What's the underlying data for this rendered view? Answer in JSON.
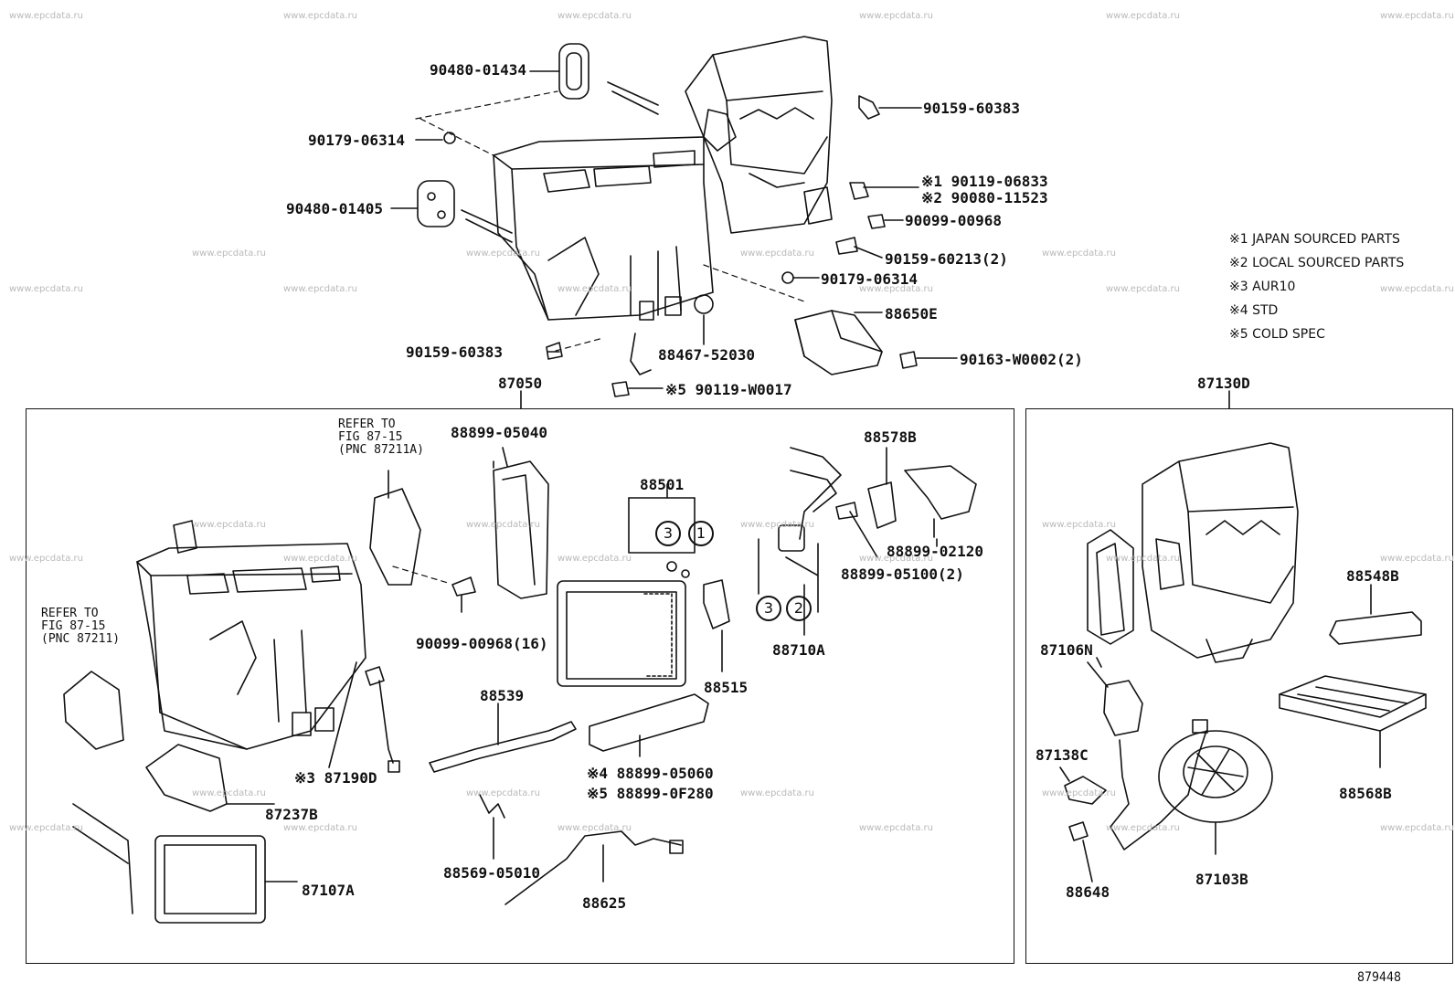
{
  "watermark": "www.epcdata.ru",
  "figure_code": "879448",
  "legend": [
    "※1 JAPAN SOURCED PARTS",
    "※2 LOCAL SOURCED PARTS",
    "※3 AUR10",
    "※4 STD",
    "※5 COLD SPEC"
  ],
  "assembly_labels": {
    "main": "87050",
    "blower": "87130D"
  },
  "top_labels": {
    "p1": "90480-01434",
    "p2": "90179-06314",
    "p3": "90480-01405",
    "p4": "90159-60383",
    "p5a": "※1 90119-06833",
    "p5b": "※2 90080-11523",
    "p6": "90099-00968",
    "p7": "90159-60213(2)",
    "p8": "90179-06314",
    "p9": "88650E",
    "p10": "90159-60383",
    "p11": "88467-52030",
    "p12": "90163-W0002(2)",
    "p13": "※5 90119-W0017"
  },
  "left_labels": {
    "refer_a": [
      "REFER TO",
      "FIG 87-15",
      "(PNC 87211A)"
    ],
    "refer_b": [
      "REFER TO",
      "FIG 87-15",
      "(PNC 87211)"
    ],
    "l1": "88899-05040",
    "l2": "88501",
    "l3": "88578B",
    "l4": "88899-02120",
    "l5": "88899-05100(2)",
    "l6": "90099-00968(16)",
    "l7": "88710A",
    "l8": "88515",
    "l9": "88539",
    "l10": "※3 87190D",
    "l11": "87237B",
    "l12": "※4 88899-05060",
    "l13": "※5 88899-0F280",
    "l14": "88569-05010",
    "l15": "88625",
    "l16": "87107A"
  },
  "right_labels": {
    "r1": "88548B",
    "r2": "87106N",
    "r3": "87138C",
    "r4": "88568B",
    "r5": "88648",
    "r6": "87103B"
  },
  "circle_numbers": [
    "3",
    "1",
    "3",
    "2"
  ]
}
